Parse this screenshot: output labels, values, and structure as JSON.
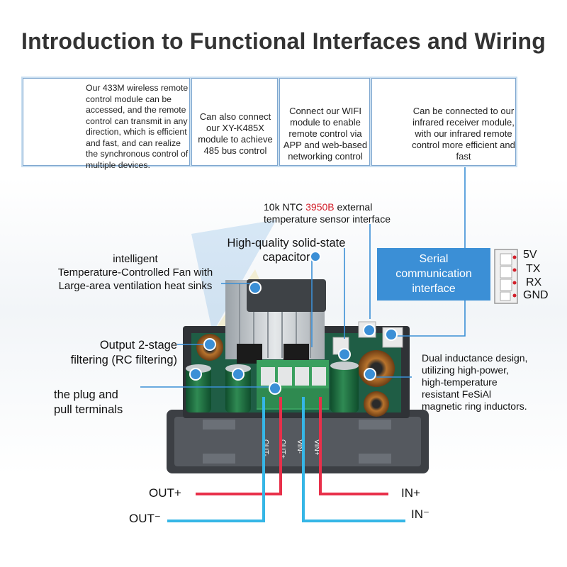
{
  "title": "Introduction to Functional Interfaces and Wiring",
  "panels": [
    {
      "text": "Our 433M wireless remote control module can be accessed, and the remote control can transmit in any direction, which is efficient and fast, and can realize the synchronous control of multiple devices."
    },
    {
      "text": "Can also connect our XY-K485X module to achieve 485 bus control"
    },
    {
      "text": "Connect our WIFI module to enable remote control via APP and web-based networking control"
    },
    {
      "text": "Can be connected to our infrared receiver module, with our infrared remote control more efficient and fast"
    }
  ],
  "labels": {
    "ntc_prefix": "10k NTC ",
    "ntc_model": "3950B",
    "ntc_suffix": " external",
    "ntc_line2": "temperature sensor interface",
    "capacitor": "High-quality solid-state capacitor",
    "fan_line1": "intelligent",
    "fan_line2": "Temperature-Controlled Fan with",
    "fan_line3": "Large-area ventilation heat sinks",
    "filter_line1": "Output 2-stage",
    "filter_line2": "filtering (RC filtering)",
    "plug_line1": "the plug and",
    "plug_line2": "pull terminals",
    "ind_line1": "Dual inductance design,",
    "ind_line2": "utilizing high-power,",
    "ind_line3": "high-temperature",
    "ind_line4": "resistant FeSiAl",
    "ind_line5": "magnetic ring inductors."
  },
  "serial": {
    "line1": "Serial",
    "line2": "communication",
    "line3": "interface"
  },
  "pins": [
    "5V",
    "TX",
    "RX",
    "GND"
  ],
  "terminal_marks": [
    "OUT-",
    "OUT+",
    "VIN-",
    "VIN+"
  ],
  "wires": {
    "out_plus": "OUT+",
    "out_minus": "OUT⁻",
    "in_plus": "IN+",
    "in_minus": "IN⁻"
  },
  "colors": {
    "accent_blue": "#3b8fd6",
    "wire_red": "#e8304a",
    "wire_blue": "#35b6e6",
    "highlight_red": "#d21f2a"
  }
}
